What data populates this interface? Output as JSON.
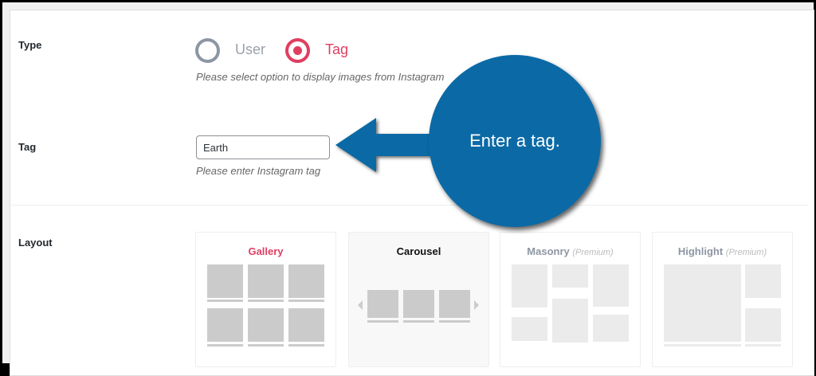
{
  "type": {
    "label": "Type",
    "options": [
      {
        "label": "User",
        "selected": false
      },
      {
        "label": "Tag",
        "selected": true
      }
    ],
    "help": "Please select option to display images from Instagram"
  },
  "tag": {
    "label": "Tag",
    "value": "Earth",
    "help": "Please enter Instagram tag"
  },
  "layout": {
    "label": "Layout",
    "options": [
      {
        "name": "Gallery",
        "premium": "",
        "selected": true
      },
      {
        "name": "Carousel",
        "premium": "",
        "selected": false
      },
      {
        "name": "Masonry",
        "premium": "(Premium)",
        "selected": false
      },
      {
        "name": "Highlight",
        "premium": "(Premium)",
        "selected": false
      }
    ]
  },
  "callout": {
    "text": "Enter a tag.",
    "color": "#0b6aa6"
  },
  "colors": {
    "accent": "#e03e60"
  }
}
